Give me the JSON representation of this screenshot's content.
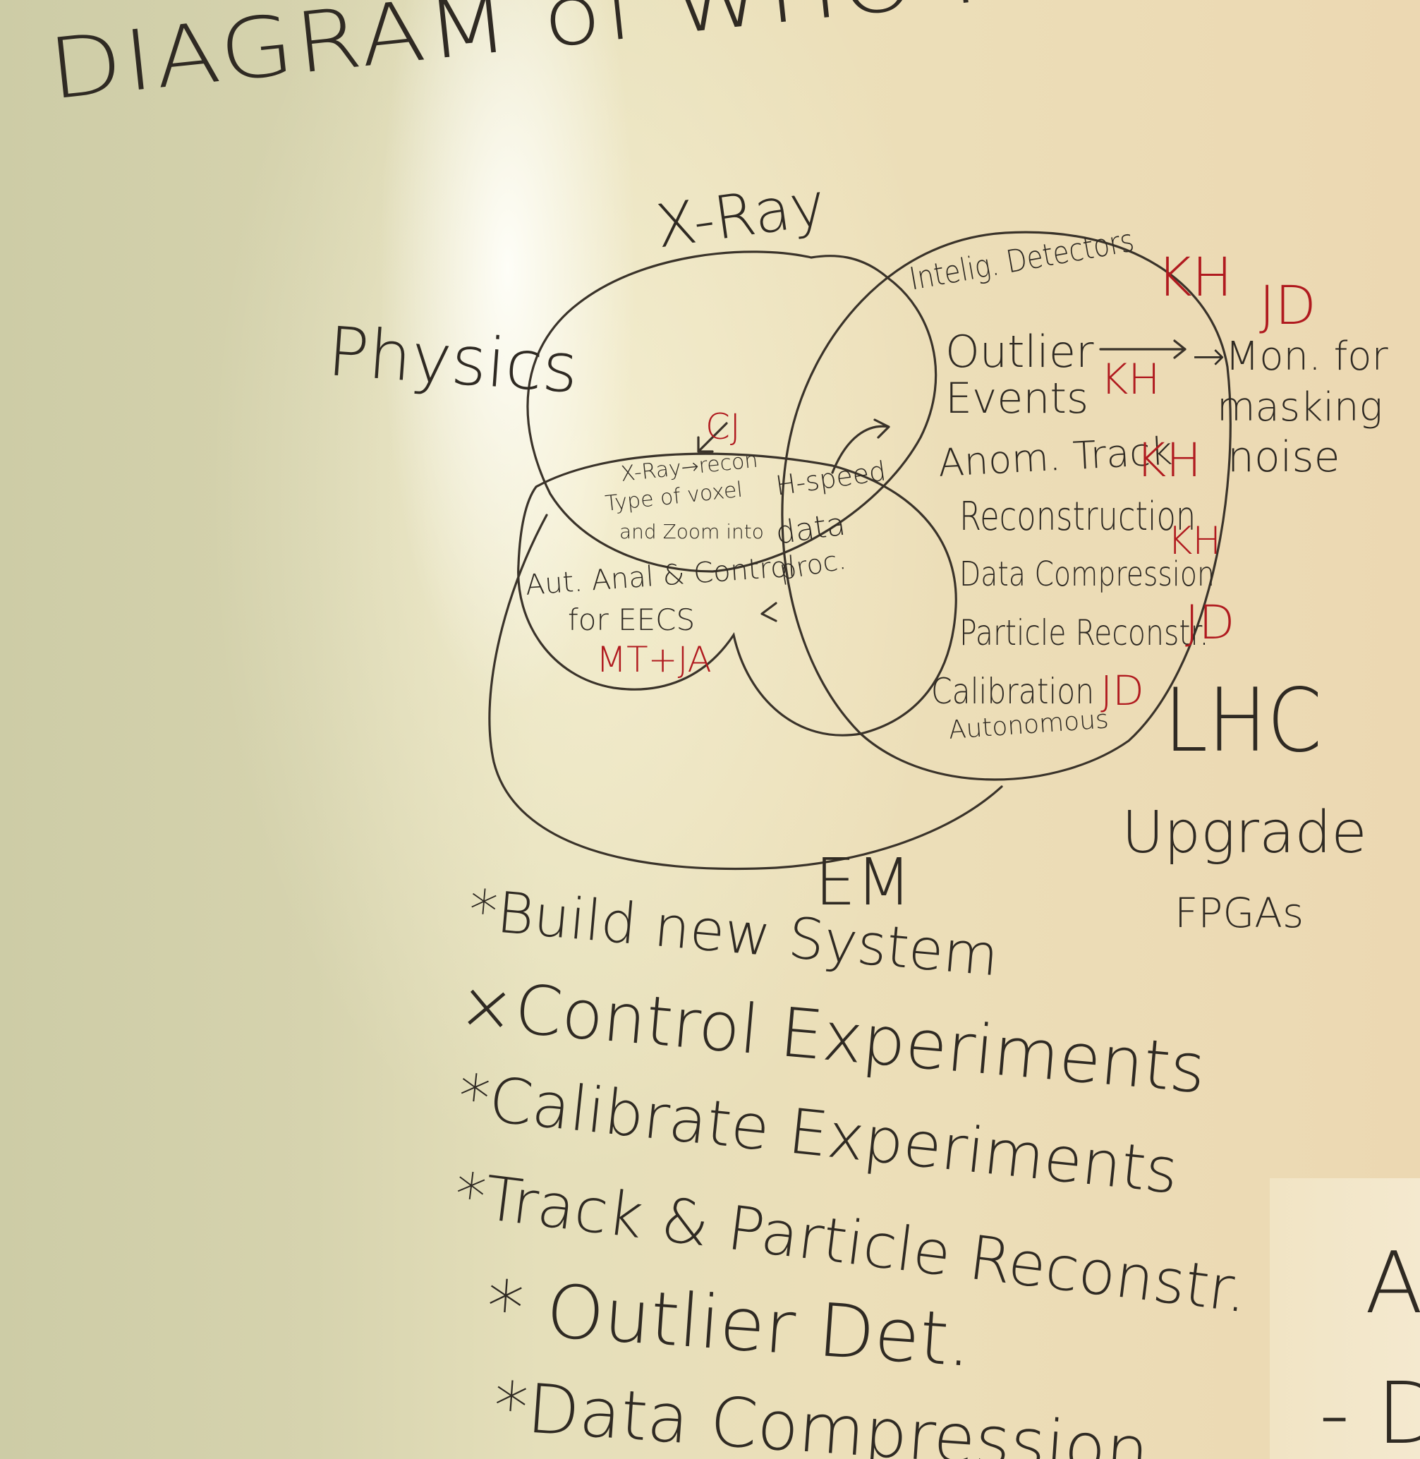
{
  "title": "DIAGRAM of WHO IS DOING WHAT",
  "domains": {
    "xray": "X-Ray",
    "physics": "Physics",
    "lhc": "LHC",
    "em": "EM"
  },
  "inner_notes": {
    "cj": "CJ",
    "xray_recon_1": "X-Ray→recon",
    "xray_recon_2": "Type of voxel",
    "xray_recon_3": "and Zoom into",
    "hspeed_1": "H-speed",
    "hspeed_2": "data",
    "hspeed_3": "proc.",
    "aut_1": "Aut. Anal & Control",
    "aut_2": "for EECS",
    "aut_owner": "MT+JA"
  },
  "lhc_items": [
    {
      "label": "Intelig. Detectors",
      "owner": "KH"
    },
    {
      "label": "Outlier",
      "owner": "KH"
    },
    {
      "label": "Events",
      "owner": ""
    },
    {
      "label": "Anom. Track",
      "owner": "KH"
    },
    {
      "label": "Reconstruction",
      "owner": "KH"
    },
    {
      "label": "Data Compression",
      "owner": ""
    },
    {
      "label": "Particle Reconstr.",
      "owner": "JD"
    },
    {
      "label": "Calibration",
      "owner": "JD"
    },
    {
      "label": "Autonomous",
      "owner": ""
    }
  ],
  "side_note": {
    "owner": "JD",
    "line1": "→Mon. for",
    "line2": "masking",
    "line3": "noise"
  },
  "lhc_upgrade": {
    "line1": "Upgrade",
    "line2": "FPGAs"
  },
  "em_list": [
    "*Build new System",
    "×Control Experiments",
    "*Calibrate Experiments",
    "*Track & Particle Reconstr.",
    "* Outlier Det.",
    "*Data Compression"
  ],
  "edge_fragments": {
    "a": "A",
    "b": "- D"
  },
  "colors": {
    "ink": "#2f2a23",
    "red_ink": "#b01a1f",
    "board": "#e5dfba"
  }
}
